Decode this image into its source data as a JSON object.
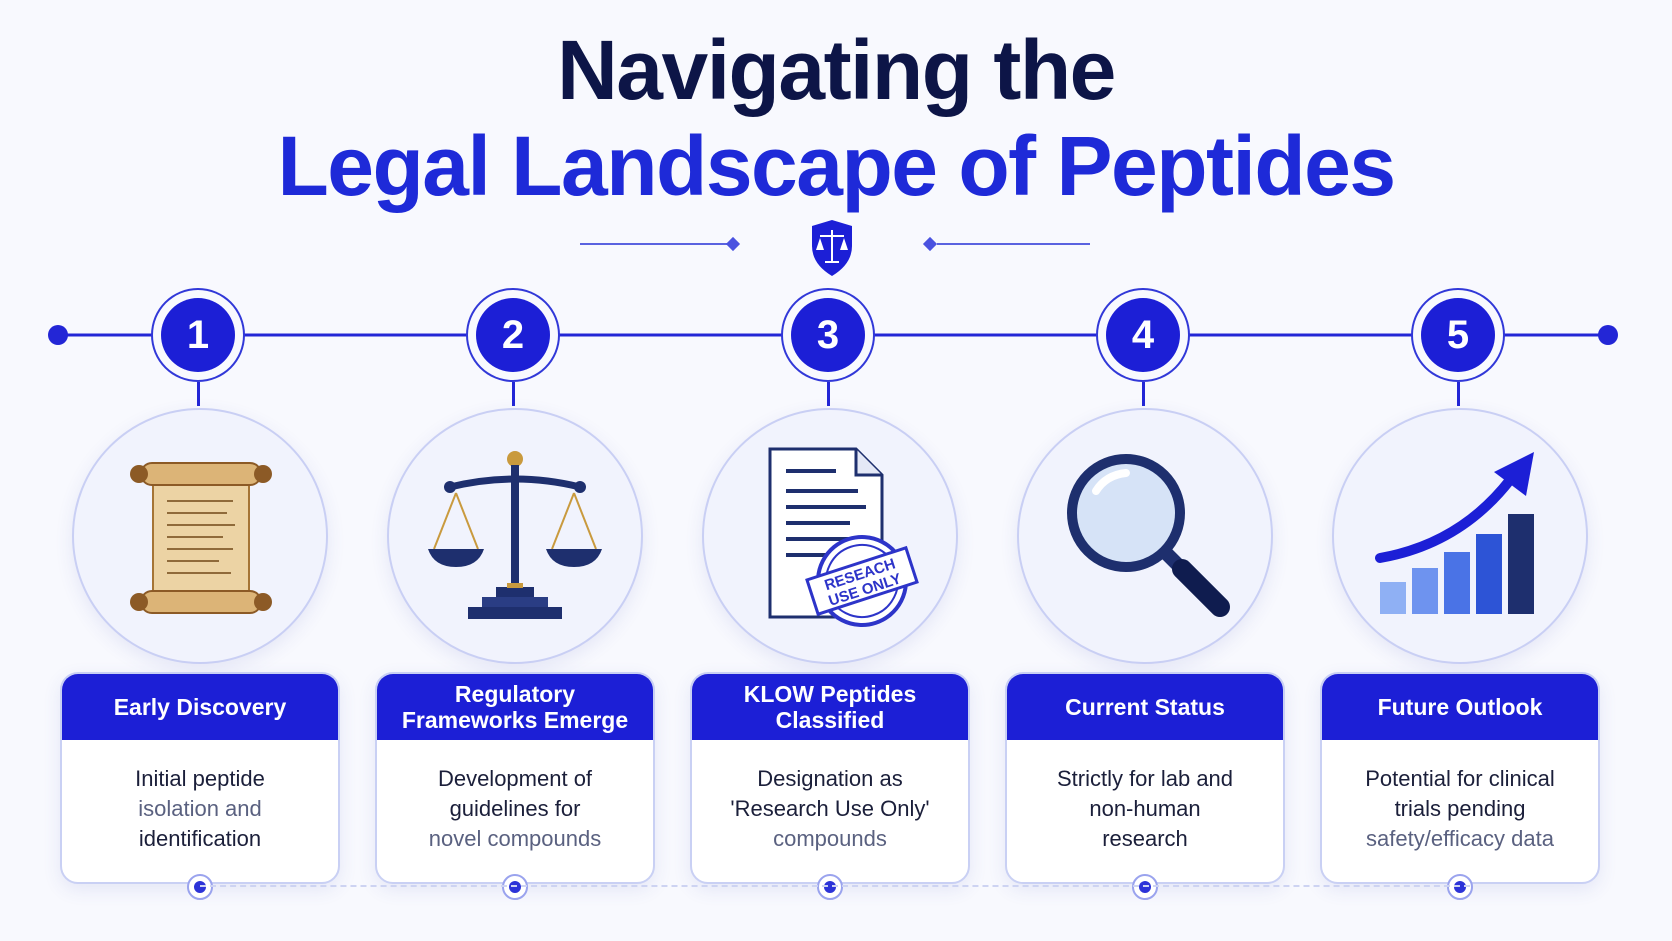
{
  "title": {
    "line1": "Navigating the",
    "line2": "Legal Landscape of Peptides"
  },
  "colors": {
    "primary": "#1c1fd6",
    "navy": "#0d1547",
    "background": "#f8f9fe"
  },
  "steps": [
    {
      "number": "1",
      "icon": "scroll-icon",
      "title": "Early Discovery",
      "desc1": "Initial peptide",
      "desc2": "isolation and",
      "desc3": "identification"
    },
    {
      "number": "2",
      "icon": "scales-of-justice-icon",
      "title": "Regulatory Frameworks Emerge",
      "desc1": "Development of",
      "desc2": "guidelines for",
      "desc3": "novel compounds"
    },
    {
      "number": "3",
      "icon": "document-stamp-icon",
      "title": "KLOW Peptides Classified",
      "stamp_line1": "RESEACH",
      "stamp_line2": "USE ONLY",
      "desc1": "Designation as",
      "desc2": "'Research Use Only'",
      "desc3": "compounds"
    },
    {
      "number": "4",
      "icon": "magnifying-glass-icon",
      "title": "Current Status",
      "desc1": "Strictly for lab and",
      "desc2": "non-human",
      "desc3": "research"
    },
    {
      "number": "5",
      "icon": "growth-chart-icon",
      "title": "Future Outlook",
      "desc1": "Potential for clinical",
      "desc2": "trials pending",
      "desc3": "safety/efficacy data"
    }
  ]
}
